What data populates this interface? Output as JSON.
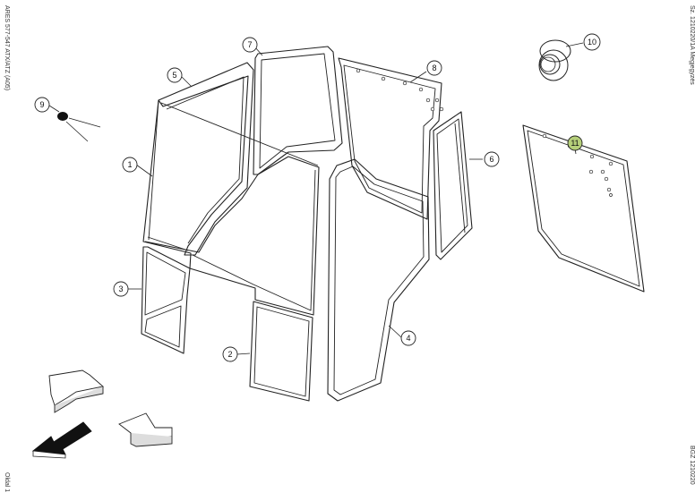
{
  "margin_texts": {
    "left_top": "ARES 577-547 ATX/ATZ (A05)",
    "right_top": "Sz. 1210220/1A  Megjegyzés",
    "right_bottom": "BGZ 1210220",
    "left_bottom": "Oldal 1"
  },
  "callouts": [
    {
      "id": "1",
      "label": "1"
    },
    {
      "id": "2",
      "label": "2"
    },
    {
      "id": "3",
      "label": "3"
    },
    {
      "id": "4",
      "label": "4"
    },
    {
      "id": "5",
      "label": "5"
    },
    {
      "id": "6",
      "label": "6"
    },
    {
      "id": "7",
      "label": "7"
    },
    {
      "id": "8",
      "label": "8"
    },
    {
      "id": "9",
      "label": "9"
    },
    {
      "id": "10",
      "label": "10"
    },
    {
      "id": "11",
      "label": "11",
      "highlighted": true
    }
  ],
  "colors": {
    "line": "#222222",
    "highlight": "#b5cf7a"
  }
}
